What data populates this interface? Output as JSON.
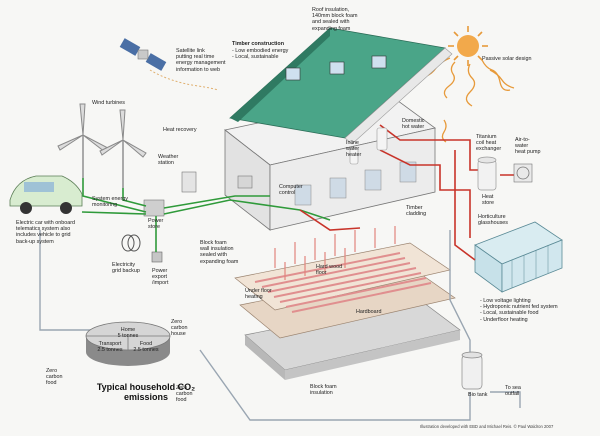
{
  "labels": {
    "satellite": "Satellite link\nputting real time\nenergy management\ninformation to web",
    "timber_construction": "Timber construction",
    "timber_construction_items": "- Low embodied energy\n- Local, sustainable",
    "roof_insulation": "Roof insulation,\n140mm block foam\nand sealed with\nexpanding foam",
    "passive_solar": "Passive solar design",
    "wind_turbines": "Wind turbines",
    "heat_recovery": "Heat recovery",
    "domestic_hot_water": "Domestic\nhot water",
    "inline_water_heater": "Inline\nwater\nheater",
    "titanium_exchanger": "Titanium\ncoil heat\nexchanger",
    "air_to_water": "Air-to-\nwater\nheat pump",
    "weather_station": "Weather\nstation",
    "system_monitoring": "System energy\nmonitoring",
    "computer_control": "Computer\ncontrol",
    "heat_store": "Heat\nstore",
    "electric_car": "Electric car with onboard\ntelematics system also\nincludes vehicle to grid\nback-up system",
    "power_store": "Power\nstore",
    "timber_cladding": "Timber\ncladding",
    "horticulture": "Horticulture\nglasshouses",
    "block_foam_wall": "Block foam\nwall insulation\nsealed with\nexpanding foam",
    "hard_wood_floor": "Hard wood\nfloor",
    "electricity_grid": "Electricity\ngrid backup",
    "power_export": "Power\nexport\n/import",
    "under_floor": "Under floor\nheating",
    "hardboard": "Hardboard",
    "glasshouse_features": "- Low voltage lighting\n- Hydroponic nutrient fed system\n- Local, sustainable food\n- Underfloor heating",
    "home_tonnes": "Home\n5 tonnes",
    "transport_tonnes": "Transport\n2.5 tonnes",
    "food_tonnes": "Food\n2.5 tonnes",
    "zero_carbon_house": "Zero\ncarbon\nhouse",
    "zero_carbon_food_left": "Zero\ncarbon\nfood",
    "zero_carbon_food_right": "Zero\ncarbon\nfood",
    "block_foam_insulation": "Block foam\ninsulation",
    "bio_tank": "Bio tank",
    "to_sea_outfall": "To sea\noutfall"
  },
  "title": "Typical household\nCO₂ emissions",
  "credit": "Illustration developed with EBD and Michael Reis. © Paul Waldron 2007",
  "colors": {
    "roof": "#3f9a7c",
    "electric_line": "#2f9a3a",
    "heat_line": "#c8342a",
    "water_line": "#9aa6b2",
    "sun": "#e79a3a",
    "floor_pipe": "#e08f8f"
  }
}
